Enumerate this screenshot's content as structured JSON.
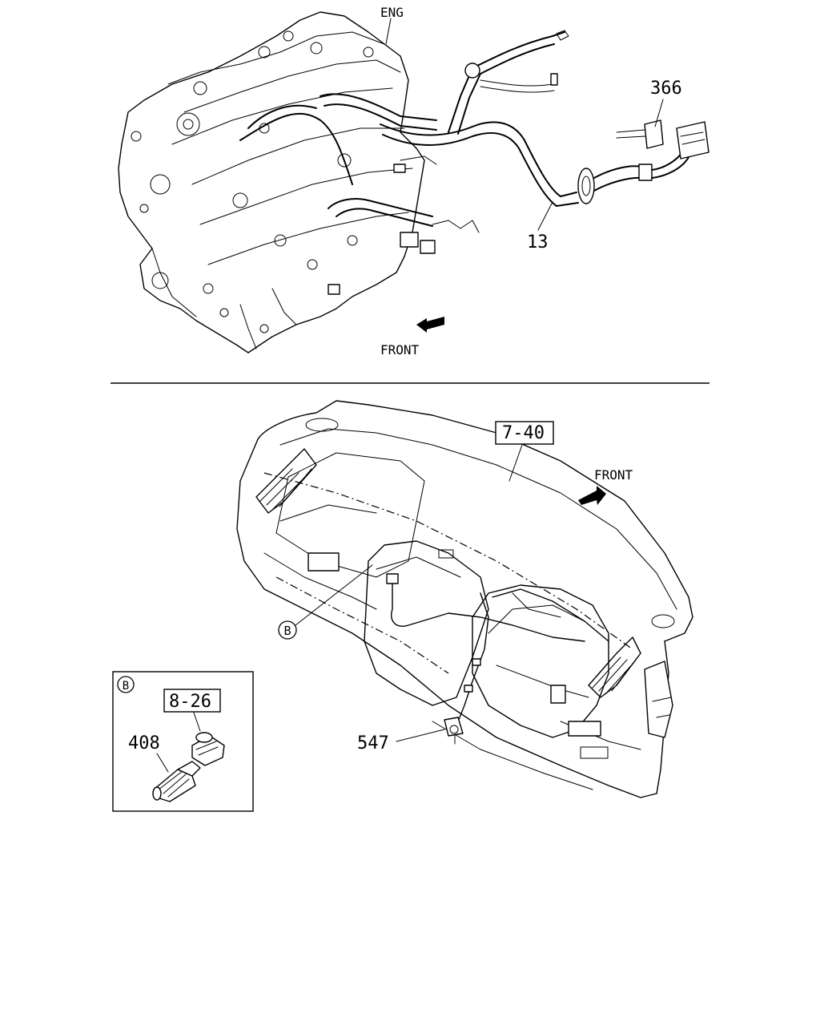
{
  "top_view": {
    "eng_label": "ENG",
    "part_366": "366",
    "part_13": "13",
    "front_label": "FRONT"
  },
  "bottom_view": {
    "part_7_40": "7-40",
    "front_label": "FRONT",
    "callout_b": "B",
    "part_547": "547"
  },
  "detail_b": {
    "callout_b": "B",
    "part_8_26": "8-26",
    "part_408": "408"
  }
}
